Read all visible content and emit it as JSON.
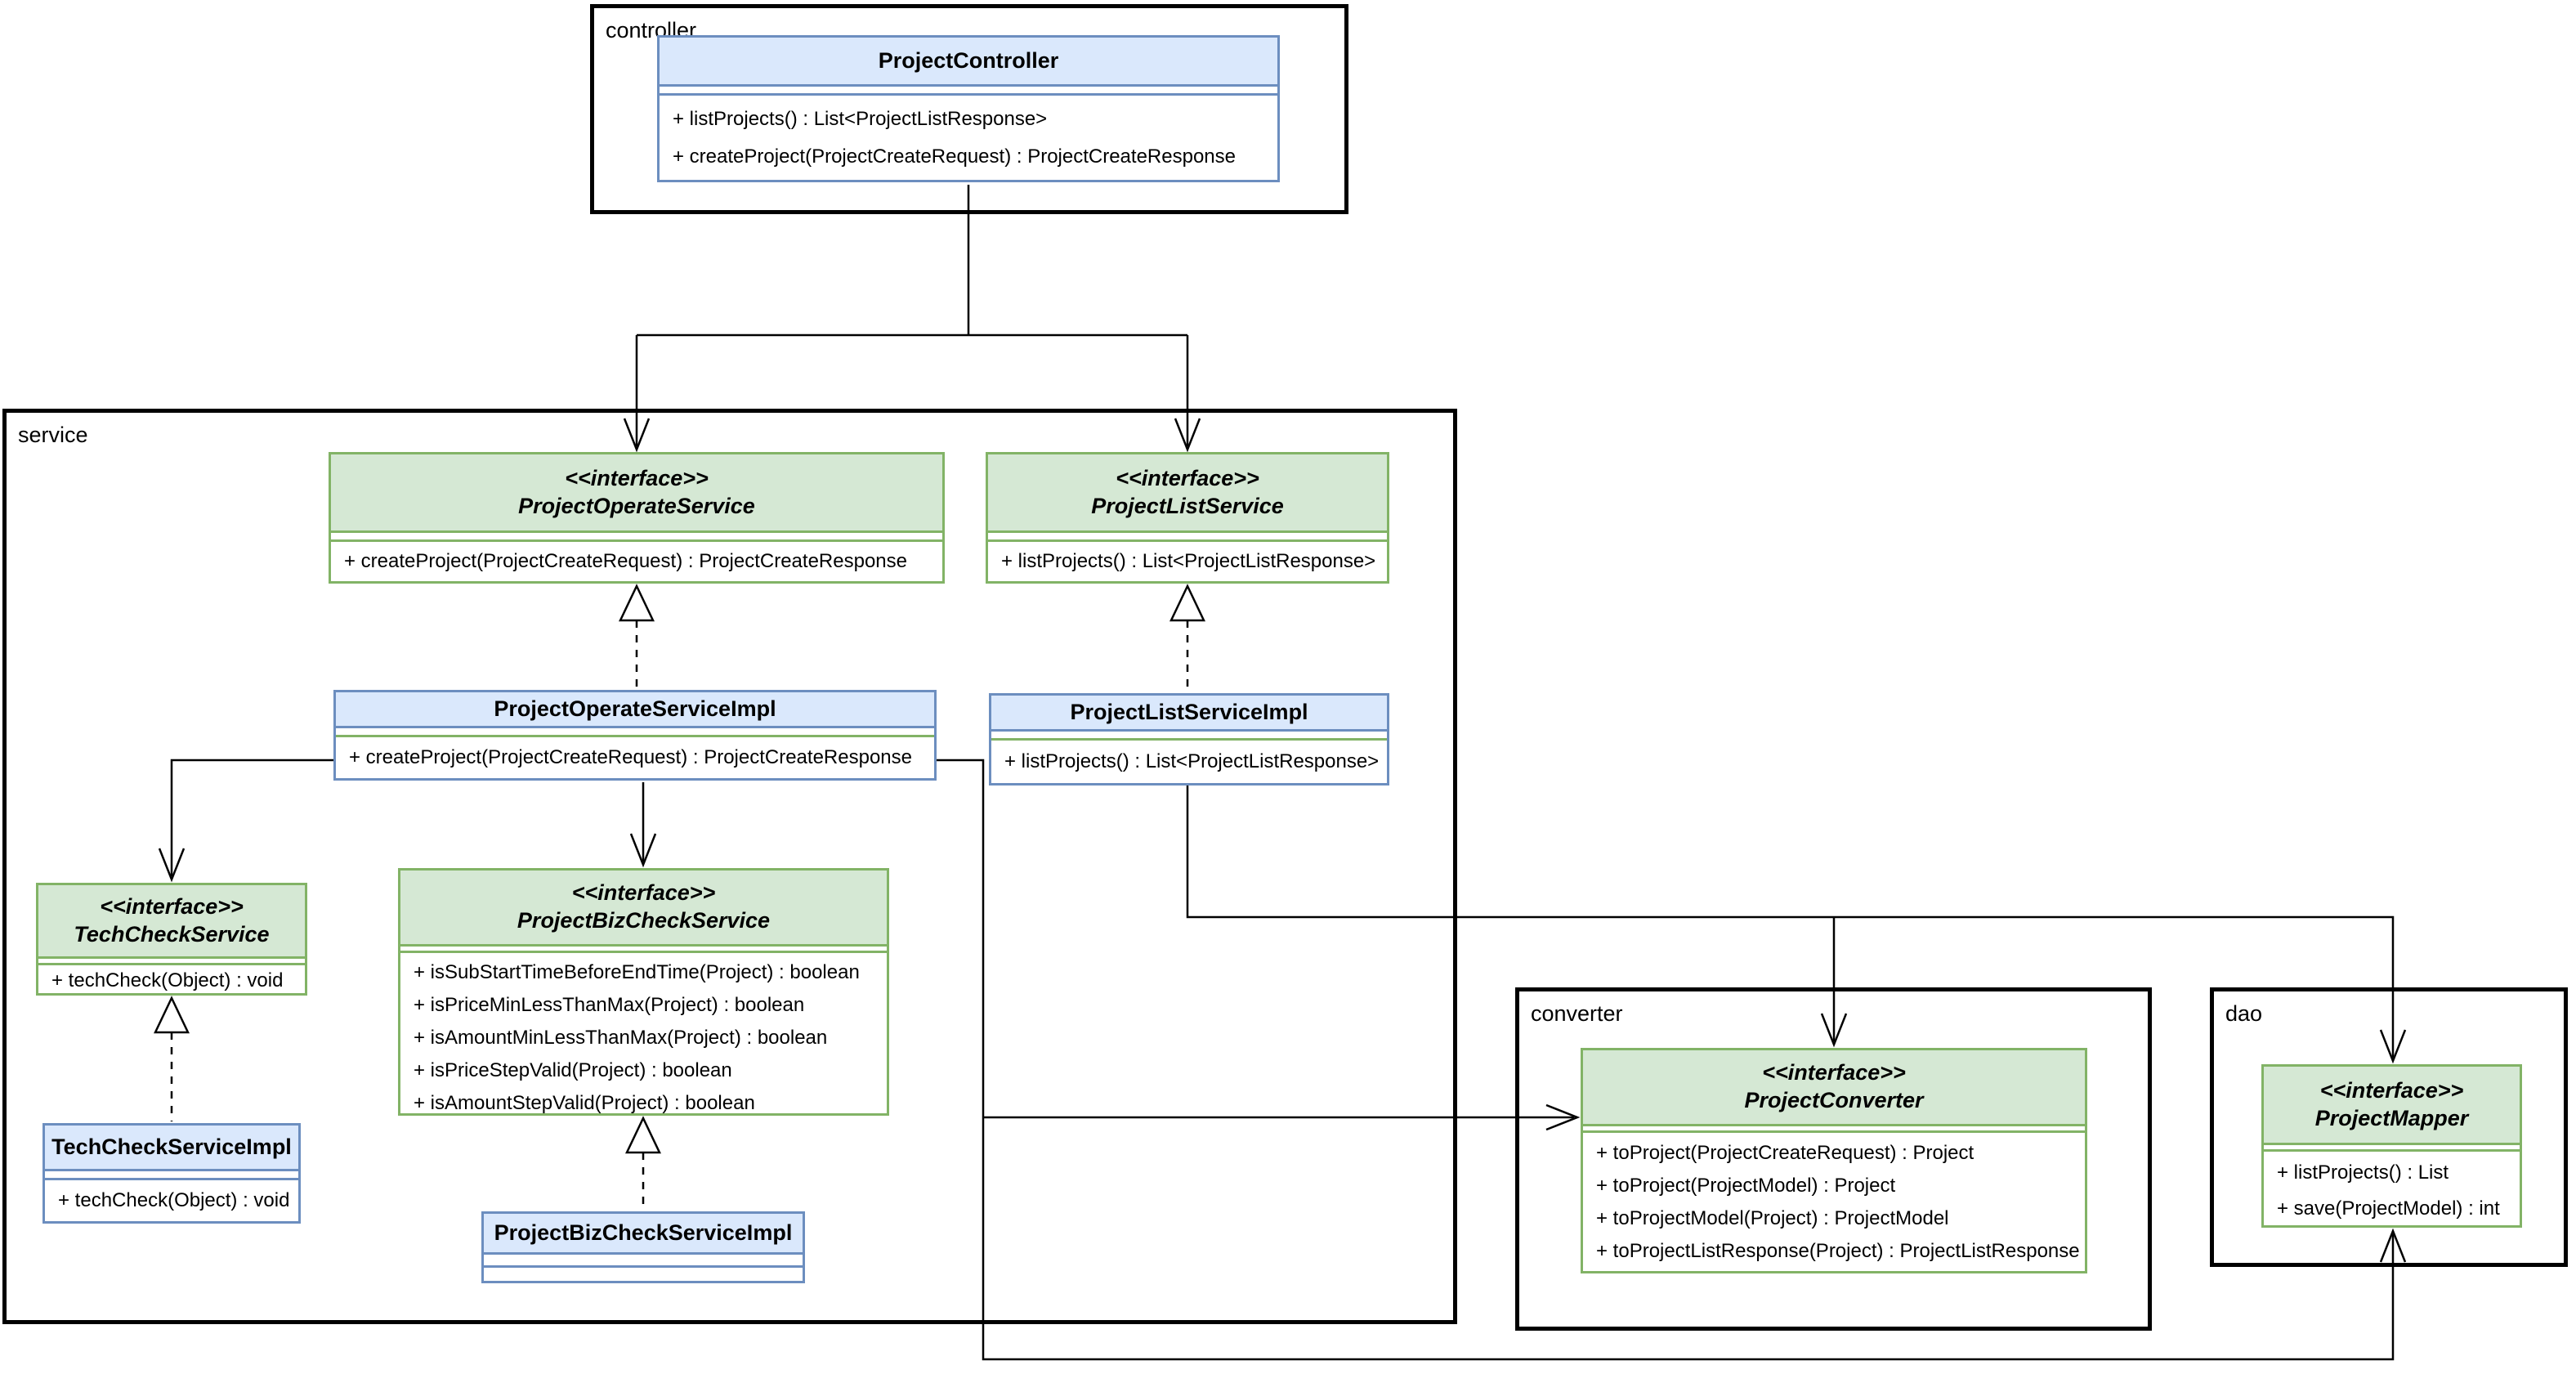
{
  "packages": {
    "controller": {
      "label": "controller"
    },
    "service": {
      "label": "service"
    },
    "converter": {
      "label": "converter"
    },
    "dao": {
      "label": "dao"
    }
  },
  "classes": {
    "project_controller": {
      "name": "ProjectController",
      "methods": [
        "+ listProjects() : List<ProjectListResponse>",
        "+ createProject(ProjectCreateRequest) : ProjectCreateResponse"
      ]
    },
    "project_operate_service": {
      "stereotype": "<<interface>>",
      "name": "ProjectOperateService",
      "methods": [
        "+ createProject(ProjectCreateRequest) : ProjectCreateResponse"
      ]
    },
    "project_list_service": {
      "stereotype": "<<interface>>",
      "name": "ProjectListService",
      "methods": [
        "+ listProjects() : List<ProjectListResponse>"
      ]
    },
    "project_operate_service_impl": {
      "name": "ProjectOperateServiceImpl",
      "methods": [
        "+ createProject(ProjectCreateRequest) : ProjectCreateResponse"
      ]
    },
    "project_list_service_impl": {
      "name": "ProjectListServiceImpl",
      "methods": [
        "+ listProjects() : List<ProjectListResponse>"
      ]
    },
    "tech_check_service": {
      "stereotype": "<<interface>>",
      "name": "TechCheckService",
      "methods": [
        "+ techCheck(Object) : void"
      ]
    },
    "tech_check_service_impl": {
      "name": "TechCheckServiceImpl",
      "methods": [
        "+ techCheck(Object) : void"
      ]
    },
    "project_biz_check_service": {
      "stereotype": "<<interface>>",
      "name": "ProjectBizCheckService",
      "methods": [
        "+ isSubStartTimeBeforeEndTime(Project) : boolean",
        "+ isPriceMinLessThanMax(Project) : boolean",
        "+ isAmountMinLessThanMax(Project) : boolean",
        "+ isPriceStepValid(Project) : boolean",
        "+ isAmountStepValid(Project) : boolean"
      ]
    },
    "project_biz_check_service_impl": {
      "name": "ProjectBizCheckServiceImpl",
      "methods": []
    },
    "project_converter": {
      "stereotype": "<<interface>>",
      "name": "ProjectConverter",
      "methods": [
        "+ toProject(ProjectCreateRequest) : Project",
        "+ toProject(ProjectModel) : Project",
        "+ toProjectModel(Project) : ProjectModel",
        "+ toProjectListResponse(Project) : ProjectListResponse"
      ]
    },
    "project_mapper": {
      "stereotype": "<<interface>>",
      "name": "ProjectMapper",
      "methods": [
        "+ listProjects() : List",
        "+ save(ProjectModel) : int"
      ]
    }
  },
  "relationships": [
    {
      "from": "ProjectController",
      "to": "ProjectOperateService",
      "type": "directed-association"
    },
    {
      "from": "ProjectController",
      "to": "ProjectListService",
      "type": "directed-association"
    },
    {
      "from": "ProjectOperateServiceImpl",
      "to": "ProjectOperateService",
      "type": "realization"
    },
    {
      "from": "ProjectListServiceImpl",
      "to": "ProjectListService",
      "type": "realization"
    },
    {
      "from": "ProjectOperateServiceImpl",
      "to": "TechCheckService",
      "type": "directed-association"
    },
    {
      "from": "ProjectOperateServiceImpl",
      "to": "ProjectBizCheckService",
      "type": "directed-association"
    },
    {
      "from": "TechCheckServiceImpl",
      "to": "TechCheckService",
      "type": "realization"
    },
    {
      "from": "ProjectBizCheckServiceImpl",
      "to": "ProjectBizCheckService",
      "type": "realization"
    },
    {
      "from": "ProjectOperateServiceImpl",
      "to": "ProjectConverter",
      "type": "directed-association"
    },
    {
      "from": "ProjectOperateServiceImpl",
      "to": "ProjectMapper",
      "type": "directed-association"
    },
    {
      "from": "ProjectListServiceImpl",
      "to": "ProjectConverter",
      "type": "directed-association"
    },
    {
      "from": "ProjectListServiceImpl",
      "to": "ProjectMapper",
      "type": "directed-association"
    }
  ],
  "colors": {
    "interface_fill": "#d5e8d4",
    "interface_border": "#82b366",
    "class_fill": "#dae8fc",
    "class_border": "#6c8ebf",
    "line": "#000000",
    "background": "#ffffff"
  }
}
